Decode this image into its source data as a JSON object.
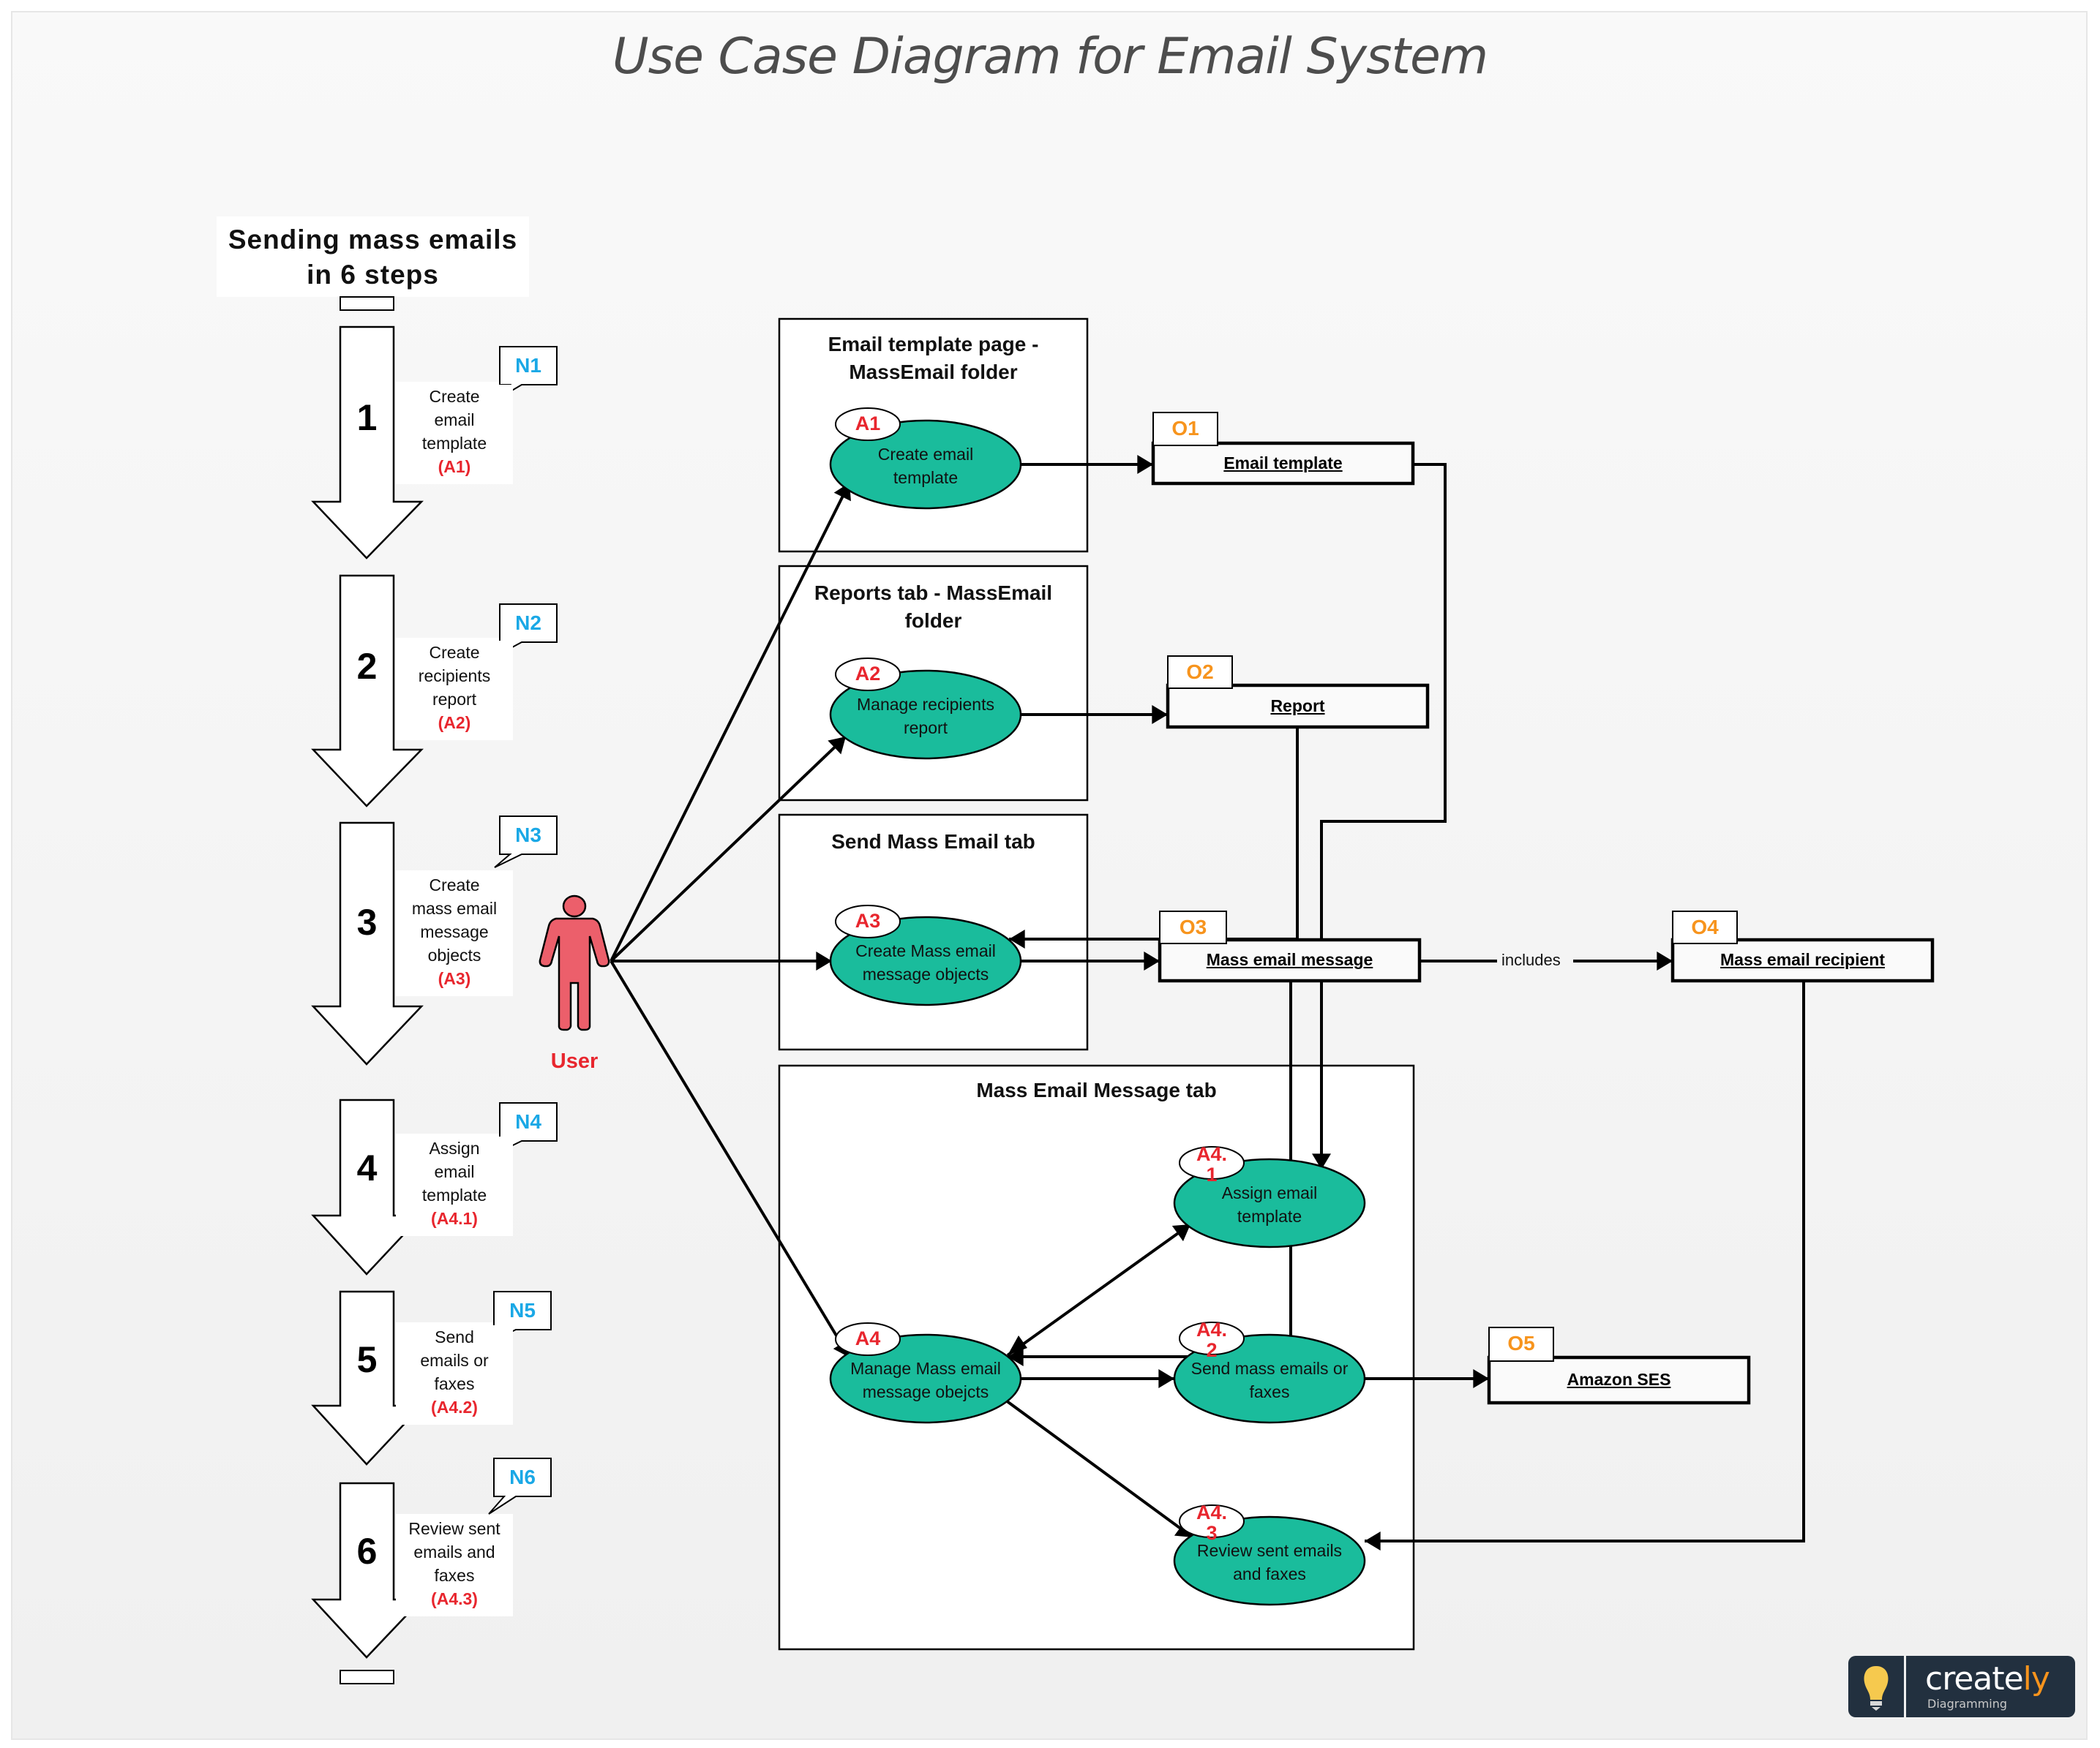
{
  "title": "Use Case Diagram for Email System",
  "steps_header": {
    "line1": "Sending mass emails",
    "line2": "in 6 steps"
  },
  "steps": [
    {
      "number": "1",
      "note": "N1",
      "lines": [
        "Create",
        "email",
        "template"
      ],
      "ref": "(A1)"
    },
    {
      "number": "2",
      "note": "N2",
      "lines": [
        "Create",
        "recipients",
        "report"
      ],
      "ref": "(A2)"
    },
    {
      "number": "3",
      "note": "N3",
      "lines": [
        "Create",
        "mass email",
        "message",
        "objects"
      ],
      "ref": "(A3)"
    },
    {
      "number": "4",
      "note": "N4",
      "lines": [
        "Assign",
        "email",
        "template"
      ],
      "ref": "(A4.1)"
    },
    {
      "number": "5",
      "note": "N5",
      "lines": [
        "Send",
        "emails or",
        "faxes"
      ],
      "ref": "(A4.2)"
    },
    {
      "number": "6",
      "note": "N6",
      "lines": [
        "Review sent",
        "emails and",
        "faxes"
      ],
      "ref": "(A4.3)"
    }
  ],
  "actor": {
    "label": "User",
    "color": "#ec5f6b"
  },
  "boundaries": [
    {
      "title": [
        "Email template page -",
        "MassEmail folder"
      ]
    },
    {
      "title": [
        "Reports tab - MassEmail",
        "folder"
      ]
    },
    {
      "title": [
        "Send Mass Email tab"
      ]
    },
    {
      "title": [
        "Mass Email Message tab"
      ]
    }
  ],
  "use_cases": [
    {
      "id": "A1",
      "lines": [
        "Create email",
        "template"
      ]
    },
    {
      "id": "A2",
      "lines": [
        "Manage recipients",
        "report"
      ]
    },
    {
      "id": "A3",
      "lines": [
        "Create Mass email",
        "message objects"
      ]
    },
    {
      "id": "A4",
      "lines": [
        "Manage Mass email",
        "message obejcts"
      ]
    },
    {
      "id_lines": [
        "A4.",
        "1"
      ],
      "lines": [
        "Assign email",
        "template"
      ]
    },
    {
      "id_lines": [
        "A4.",
        "2"
      ],
      "lines": [
        "Send mass emails or",
        "faxes"
      ]
    },
    {
      "id_lines": [
        "A4.",
        "3"
      ],
      "lines": [
        "Review sent emails",
        "and faxes"
      ]
    }
  ],
  "objects": [
    {
      "id": "O1",
      "label": "Email template"
    },
    {
      "id": "O2",
      "label": "Report"
    },
    {
      "id": "O3",
      "label": "Mass email message"
    },
    {
      "id": "O4",
      "label": "Mass email recipient"
    },
    {
      "id": "O5",
      "label": "Amazon SES"
    }
  ],
  "relations": {
    "includes": "includes"
  },
  "colors": {
    "use_case_fill": "#1abc9c",
    "id_red": "#e8262e",
    "note_blue": "#1aa8e6",
    "object_orange": "#f7941d"
  },
  "logo": {
    "word_main": "create",
    "word_accent": "ly",
    "sub": "Diagramming"
  }
}
